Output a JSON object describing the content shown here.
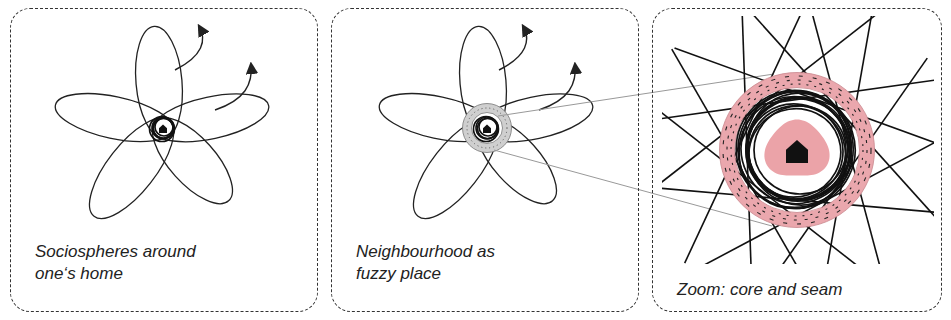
{
  "diagram": {
    "nodes": [
      {
        "text": [
          "Sociospheres around one‘s home"
        ]
      },
      {
        "text": [
          "Neighbourhood as fuzzy place"
        ]
      },
      {
        "text": [
          "Zoom: core and seam"
        ]
      }
    ]
  }
}
